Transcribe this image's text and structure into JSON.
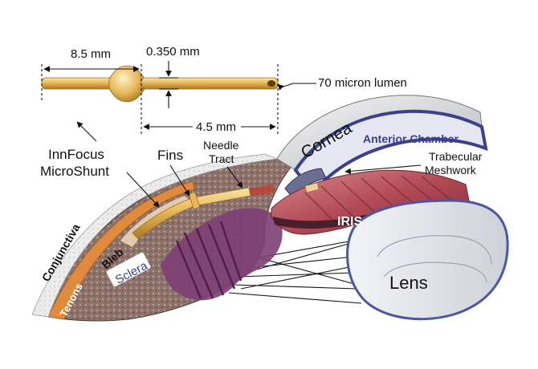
{
  "labels": {
    "length_total": "8.5 mm",
    "diameter": "0.350 mm",
    "lumen": "70 micron lumen",
    "length_distal": "4.5 mm",
    "device_line1": "InnFocus",
    "device_line2": "MicroShunt",
    "fins": "Fins",
    "needle_line1": "Needle",
    "needle_line2": "Tract",
    "cornea": "Cornea",
    "anterior_chamber": "Anterior Chamber",
    "trabecular_line1": "Trabecular",
    "trabecular_line2": "Meshwork",
    "iris": "IRIS",
    "lens": "Lens",
    "conjunctiva": "Conjunctiva",
    "tenons": "Tenons",
    "bleb": "Bleb",
    "sclera": "Sclera"
  },
  "colors": {
    "shunt": "#e8b75a",
    "shunt_dark": "#b88a2e",
    "sclera": "#8a6f67",
    "cornea": "#d9dadc",
    "anterior_chamber": "#3a3f8f",
    "iris": "#b24a55",
    "lens": "#e6e7ec",
    "lens_rim": "#4b56a6",
    "ciliary": "#7d3f74",
    "tenons": "#e08a3e",
    "conjunctiva": "#e8e8e8"
  }
}
